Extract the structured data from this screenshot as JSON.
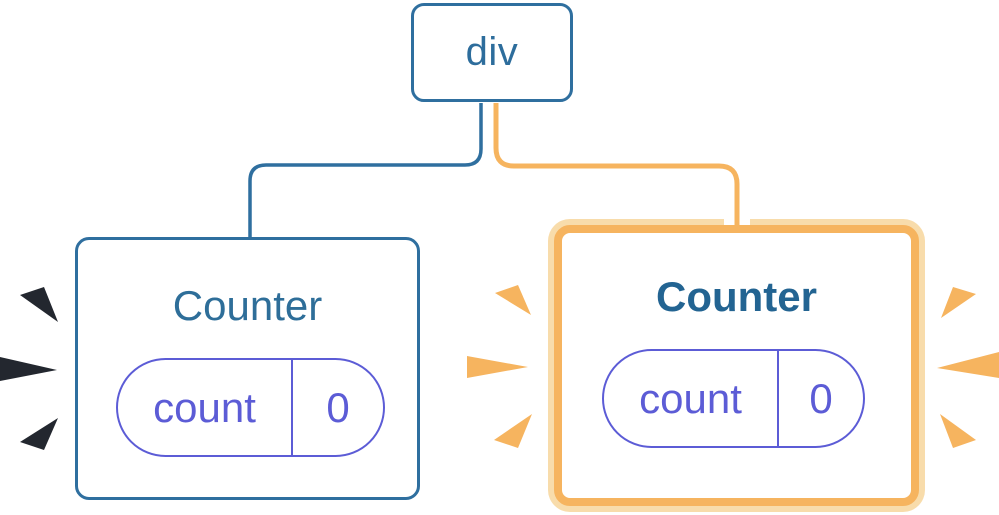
{
  "diagram": {
    "description": "React render tree: div root with two Counter children; right Counter re-rendering (highlighted)",
    "tree": {
      "root": {
        "label": "div"
      },
      "children": [
        {
          "label": "Counter",
          "highlighted": false,
          "state": {
            "key": "count",
            "value": "0"
          }
        },
        {
          "label": "Counter",
          "highlighted": true,
          "state": {
            "key": "count",
            "value": "0"
          }
        }
      ]
    }
  },
  "colors": {
    "background": "#ffffff",
    "node_border_blue": "#2f6f9f",
    "node_text_blue": "#2d6d9c",
    "title_blue": "#2e6e99",
    "title_blue_bold": "#236492",
    "pill_purple": "#5c5cd6",
    "highlight_orange": "#f6b45f",
    "highlight_orange_light": "#f8dcab",
    "edge_casing_white": "#ffffff",
    "spark_dark": "#23272f"
  }
}
